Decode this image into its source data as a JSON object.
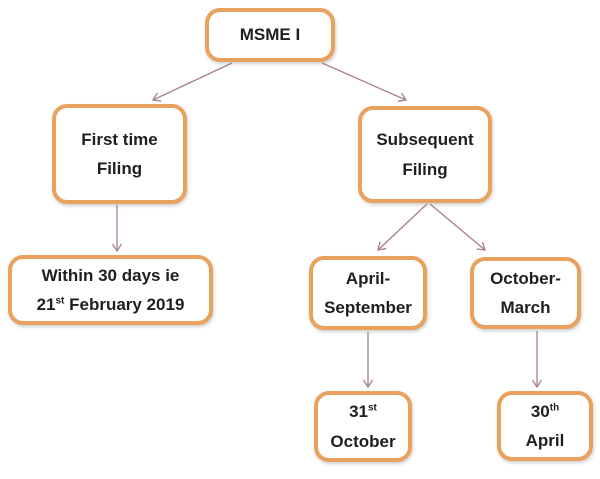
{
  "colors": {
    "box_border": "#E9A15E",
    "arrow": "#A87F8F",
    "text": "#1F1F1F",
    "background": "#FFFFFF"
  },
  "nodes": {
    "root": {
      "label": "MSME I"
    },
    "first_time_filing": {
      "line1": "First time",
      "line2": "Filing"
    },
    "subsequent_filing": {
      "line1": "Subsequent",
      "line2": "Filing"
    },
    "first_time_deadline": {
      "line1": "Within 30 days ie",
      "line2_day": "21",
      "line2_ordinal": "st",
      "line2_rest": " February 2019"
    },
    "april_september": {
      "line1": "April-",
      "line2": "September"
    },
    "october_march": {
      "line1": "October-",
      "line2": "March"
    },
    "deadline_october": {
      "day": "31",
      "ordinal": "st",
      "month": "October"
    },
    "deadline_april": {
      "day": "30",
      "ordinal": "th",
      "month": "April"
    }
  },
  "edges": [
    {
      "from": "MSME I",
      "to": "First time Filing"
    },
    {
      "from": "MSME I",
      "to": "Subsequent Filing"
    },
    {
      "from": "First time Filing",
      "to": "Within 30 days ie 21st February 2019"
    },
    {
      "from": "Subsequent Filing",
      "to": "April-September"
    },
    {
      "from": "Subsequent Filing",
      "to": "October-March"
    },
    {
      "from": "April-September",
      "to": "31st October"
    },
    {
      "from": "October-March",
      "to": "30th April"
    }
  ]
}
